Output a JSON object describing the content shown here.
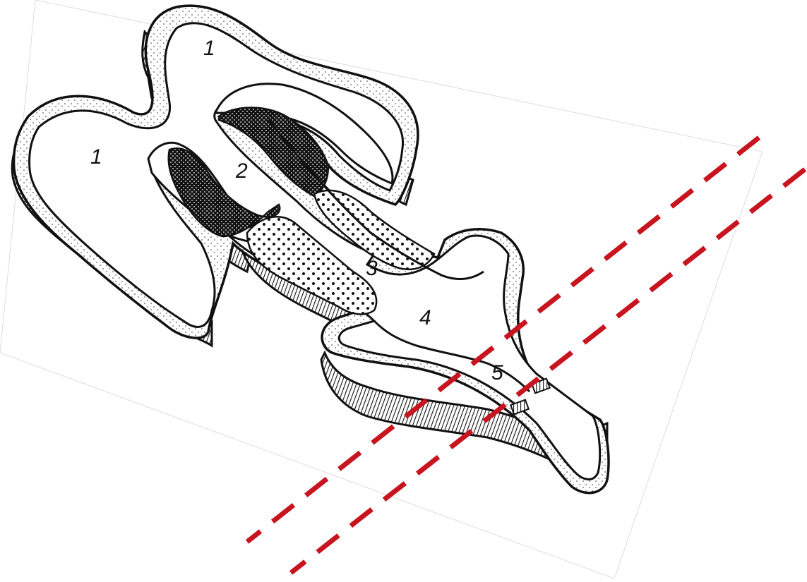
{
  "figure": {
    "regions": [
      {
        "id": "region-1a",
        "label": "1"
      },
      {
        "id": "region-1b",
        "label": "1"
      },
      {
        "id": "region-2",
        "label": "2"
      },
      {
        "id": "region-3",
        "label": "3"
      },
      {
        "id": "region-4",
        "label": "4"
      },
      {
        "id": "region-5",
        "label": "5"
      }
    ],
    "colors": {
      "outline": "#111111",
      "cutting_line": "#c8141e",
      "background": "#ffffff"
    },
    "cutting_lines": 2
  }
}
